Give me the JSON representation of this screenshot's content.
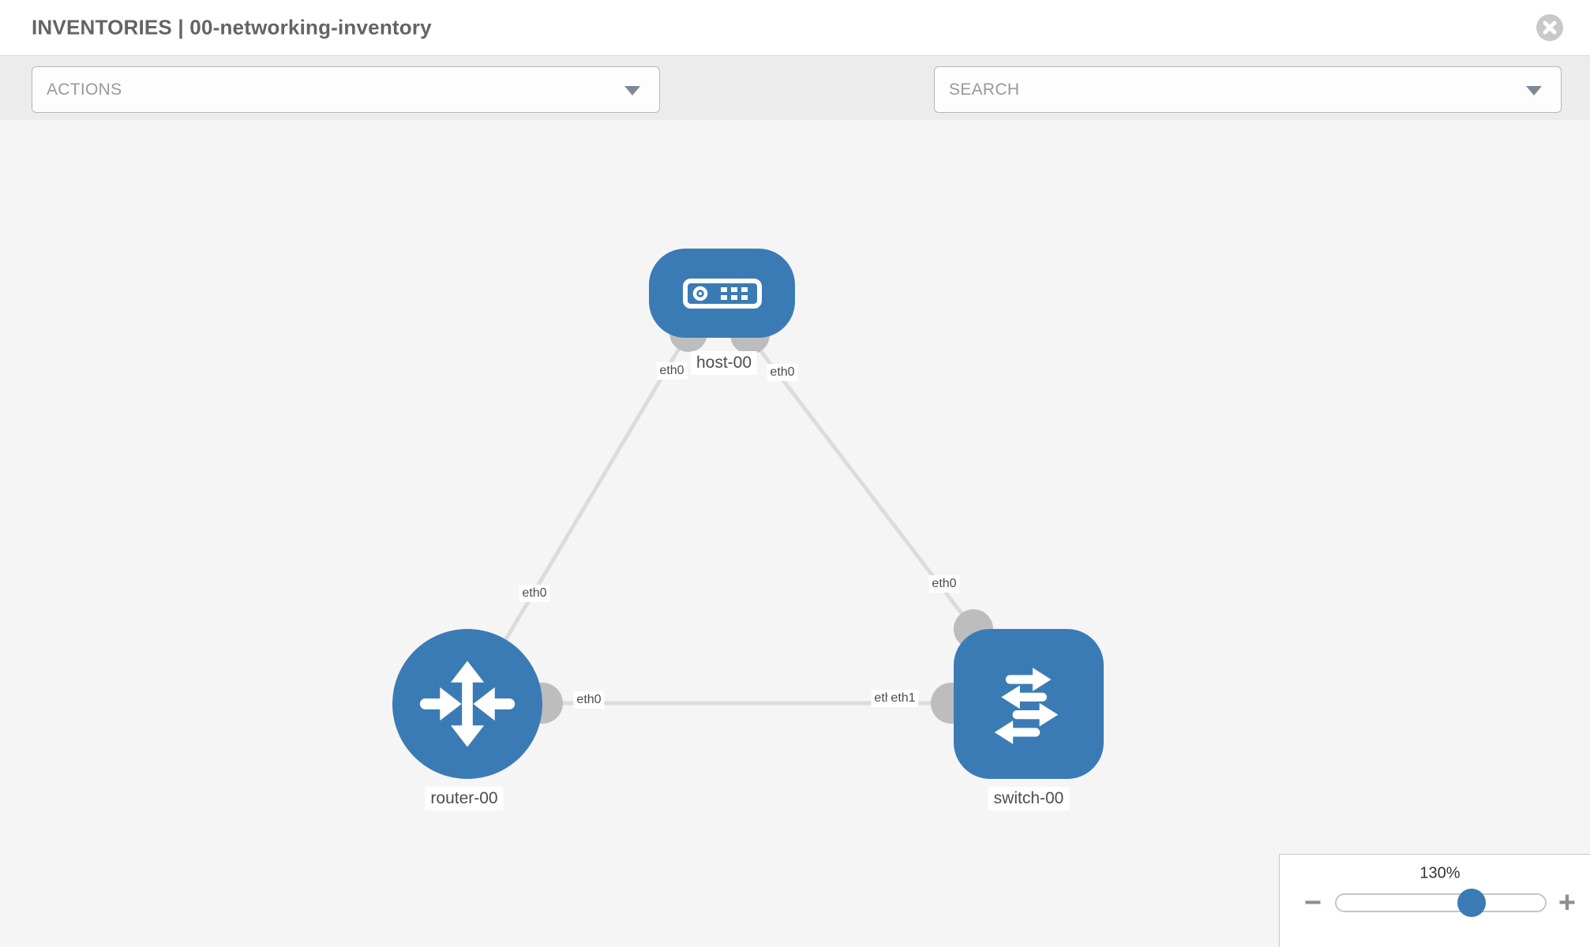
{
  "header": {
    "title": "INVENTORIES | 00-networking-inventory"
  },
  "toolbar": {
    "actions_placeholder": "ACTIONS",
    "search_placeholder": "SEARCH",
    "tools": [
      {
        "name": "wrench-icon"
      },
      {
        "name": "key-icon"
      }
    ]
  },
  "canvas": {
    "nodes": [
      {
        "id": "host-00",
        "type": "host",
        "label": "host-00"
      },
      {
        "id": "router-00",
        "type": "router",
        "label": "router-00"
      },
      {
        "id": "switch-00",
        "type": "switch",
        "label": "switch-00"
      }
    ],
    "links": [
      {
        "source": "host-00",
        "target": "router-00",
        "source_interface": "eth0",
        "target_interface": "eth0"
      },
      {
        "source": "host-00",
        "target": "switch-00",
        "source_interface": "eth0",
        "target_interface": "eth0"
      },
      {
        "source": "router-00",
        "target": "switch-00",
        "source_interface": "eth0",
        "target_interface": "eth1"
      }
    ],
    "interface_labels": [
      "eth0",
      "eth0",
      "eth0",
      "eth0",
      "eth0",
      "eth1",
      "eth1"
    ]
  },
  "zoom_control": {
    "level": "130%",
    "minus_label": "−",
    "plus_label": "+"
  },
  "colors": {
    "node_blue": "#3b7bb5",
    "link_gray": "#dcdcdc",
    "connector_gray": "#bdbdbd",
    "icon_gray": "#8b939e"
  }
}
